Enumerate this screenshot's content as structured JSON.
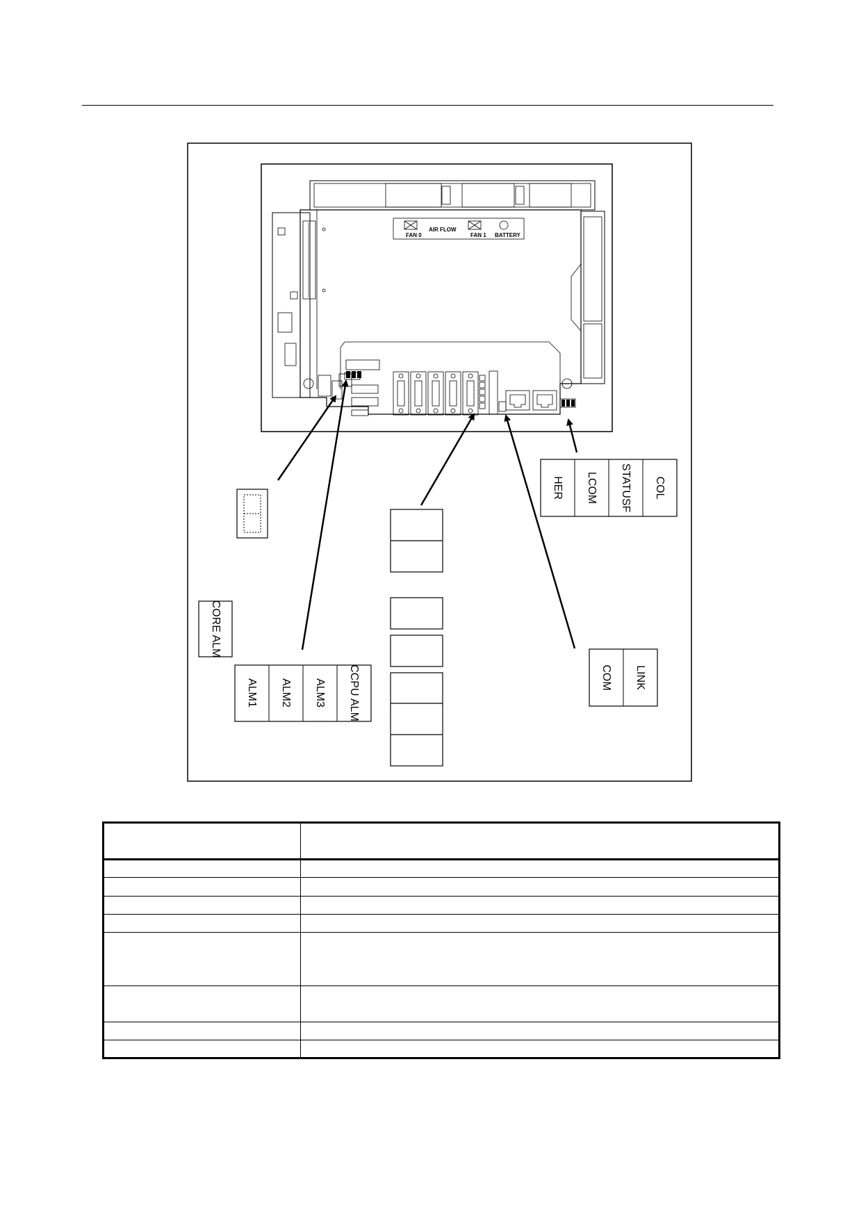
{
  "unit": {
    "fan0": "FAN 0",
    "fan1": "FAN 1",
    "airflow": "AIR FLOW",
    "battery": "BATTERY"
  },
  "led_groups": {
    "status_group": [
      "HER",
      "LCOM",
      "STATUSF",
      "COL"
    ],
    "link_group": [
      "COM",
      "LINK"
    ],
    "core_alarm": "CORE ALM",
    "alarm_group": [
      "ALM1",
      "ALM2",
      "ALM3",
      "CCPU ALM"
    ]
  },
  "legend_table": {
    "rows": [
      [
        "",
        ""
      ],
      [
        "",
        ""
      ],
      [
        "",
        ""
      ],
      [
        "",
        ""
      ],
      [
        "",
        ""
      ],
      [
        "",
        ""
      ],
      [
        "",
        ""
      ],
      [
        "",
        ""
      ],
      [
        "",
        ""
      ]
    ]
  }
}
